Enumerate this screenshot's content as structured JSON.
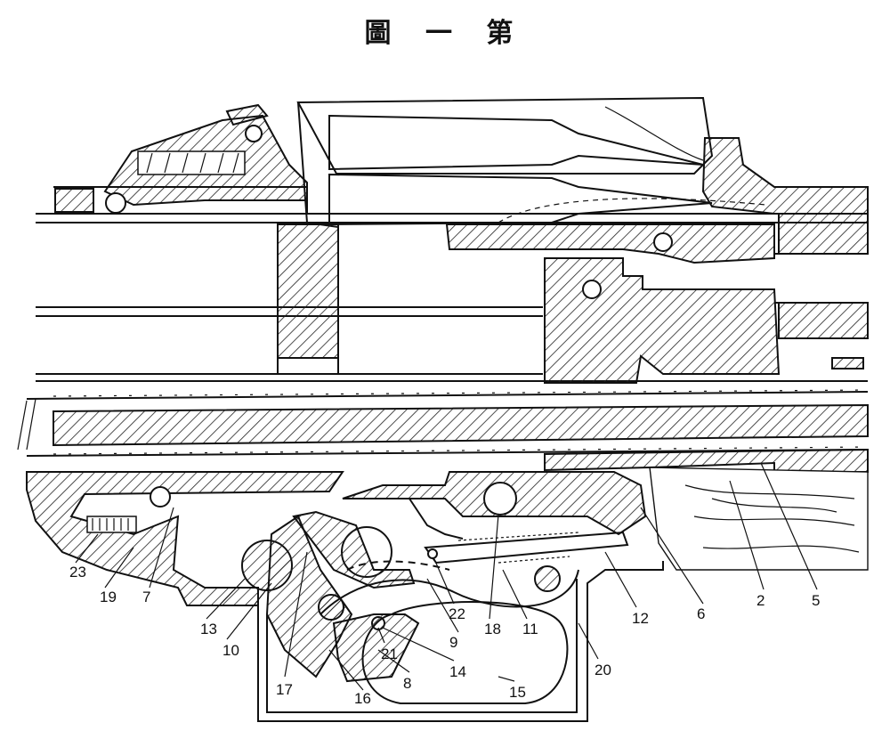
{
  "figure": {
    "title": "圖 一 第",
    "part_numbers": [
      "2",
      "5",
      "6",
      "7",
      "8",
      "9",
      "10",
      "11",
      "12",
      "13",
      "14",
      "15",
      "16",
      "17",
      "18",
      "19",
      "20",
      "21",
      "22",
      "23"
    ]
  }
}
